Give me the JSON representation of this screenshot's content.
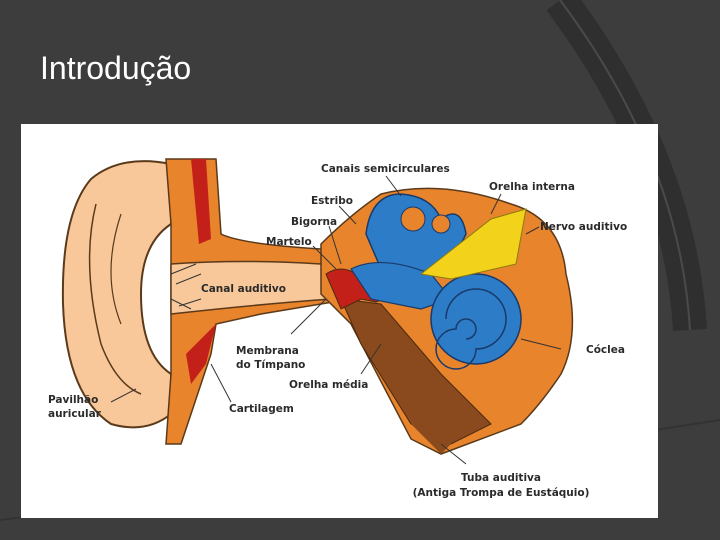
{
  "slide": {
    "title": "Introdução"
  },
  "labels": {
    "semicircular": "Canais semicirculares",
    "inner_ear": "Orelha interna",
    "stapes": "Estribo",
    "auditory_nerve": "Nervo auditivo",
    "incus": "Bigorna",
    "malleus": "Martelo",
    "ear_canal": "Canal auditivo",
    "eardrum_1": "Membrana",
    "eardrum_2": "do Tímpano",
    "cochlea": "Cóclea",
    "middle_ear": "Orelha média",
    "pinna_1": "Pavilhão",
    "pinna_2": "auricular",
    "cartilage": "Cartilagem",
    "eustachian_1": "Tuba auditiva",
    "eustachian_2": "(Antiga Trompa de Eustáquio)"
  },
  "colors": {
    "background": "#3d3d3d",
    "skin": "#f8c79a",
    "tissue_orange": "#e8842c",
    "bone_brown": "#8a4a1e",
    "blood_red": "#c4201a",
    "inner_blue": "#2c7cc8",
    "nerve_yellow": "#f2d21a"
  }
}
